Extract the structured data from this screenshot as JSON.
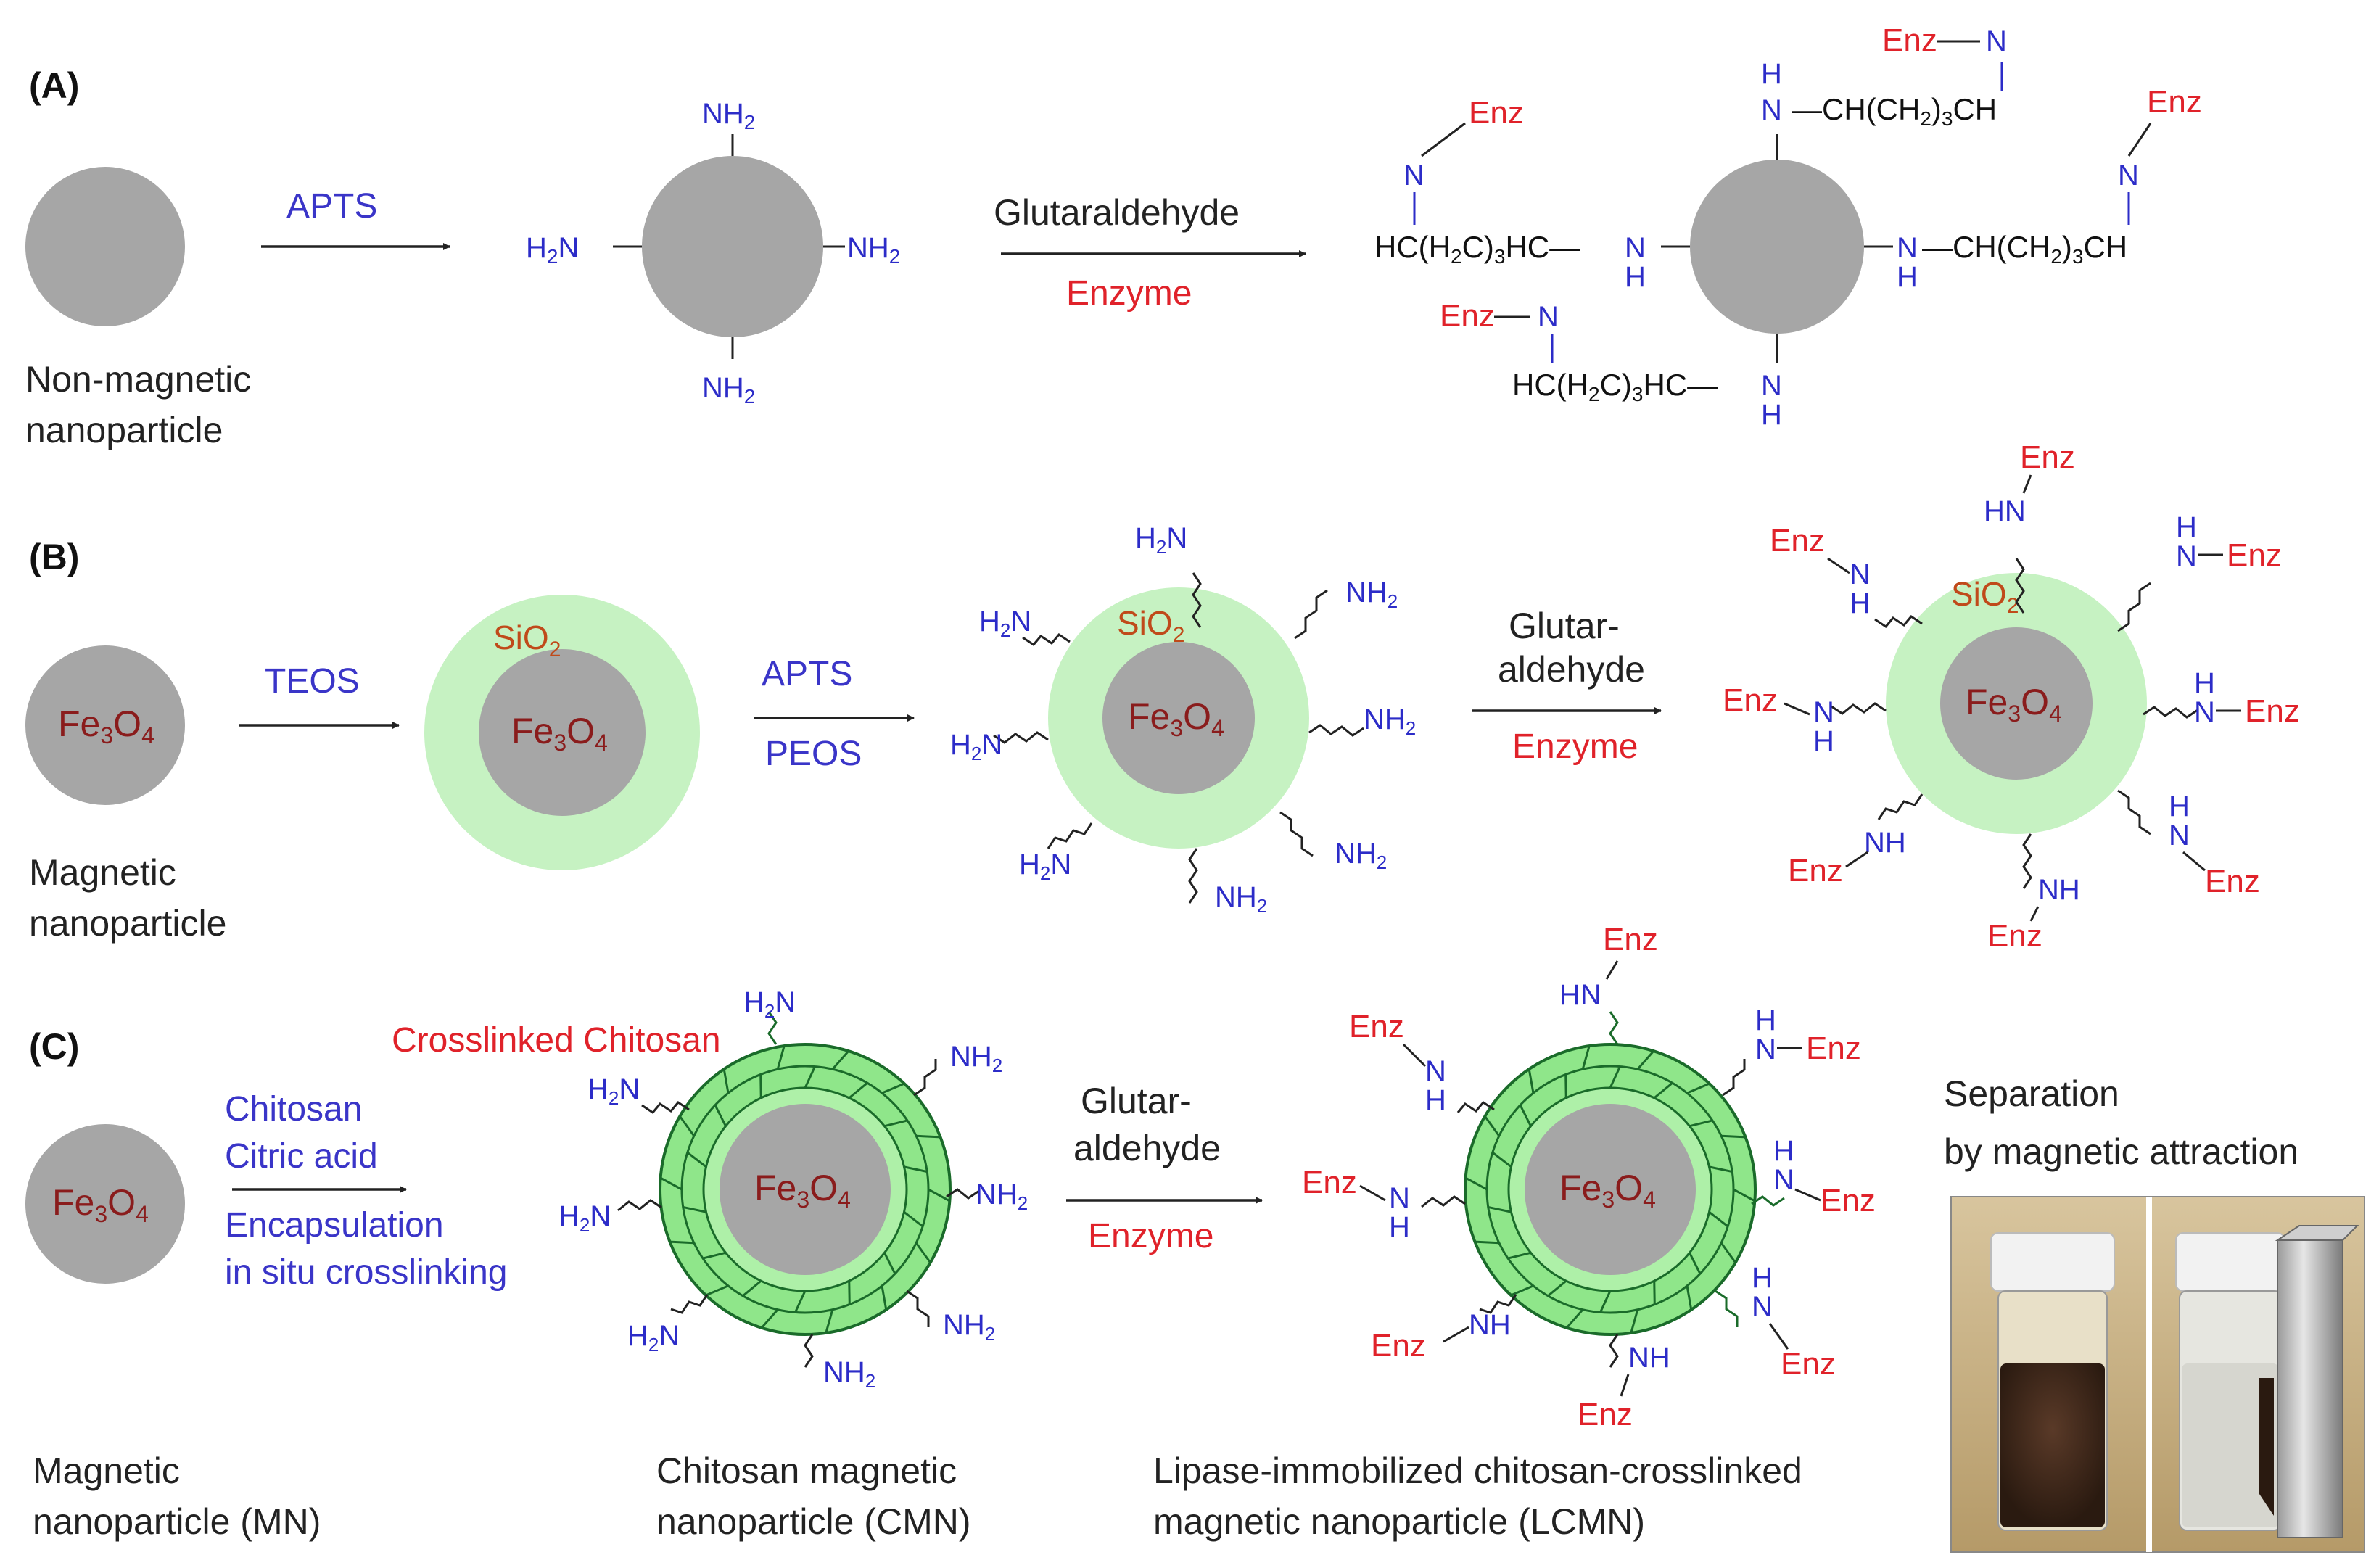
{
  "colors": {
    "particle": "#a6a6a6",
    "silica_shell": "#c6f2c2",
    "chitosan_shell": "#8fe68a",
    "chitosan_lines": "#1a6b2a",
    "amine_blue": "#2c2cc8",
    "reagent_blue": "#3a35c8",
    "enzyme_red": "#e0222a",
    "fe_text": "#8a1c1c",
    "sio2_text": "#c04a1a"
  },
  "panel_a": {
    "label": "(A)",
    "start_caption": [
      "Non-magnetic",
      "nanoparticle"
    ],
    "step1_reagent": "APTS",
    "step2_reagent_top": "Glutaraldehyde",
    "step2_reagent_bottom": "Enzyme",
    "amine": "NH",
    "amine_sub": "2",
    "amine_left": "H",
    "amine_left_sub": "2",
    "amine_left_n": "N",
    "enz": "Enz",
    "n": "N",
    "h": "H",
    "chain_left": "HC(H",
    "chain_sub_2": "2",
    "chain_left_mid": "C)",
    "chain_sub_3": "3",
    "chain_left_end": "HC",
    "chain_right": "CH(CH",
    "chain_right_mid": ")",
    "chain_right_end": "CH",
    "dash": "—"
  },
  "panel_b": {
    "label": "(B)",
    "core": "Fe",
    "core_sub1": "3",
    "core_mid": "O",
    "core_sub2": "4",
    "shell": "SiO",
    "shell_sub": "2",
    "start_caption": [
      "Magnetic",
      "nanoparticle"
    ],
    "step1_reagent": "TEOS",
    "step2_reagent_top": "APTS",
    "step2_reagent_bottom": "PEOS",
    "step3_reagent_top": [
      "Glutar-",
      "aldehyde"
    ],
    "step3_reagent_bottom": "Enzyme",
    "amine": "NH",
    "amine_sub": "2",
    "amine_left": "H",
    "amine_left_n": "N",
    "enz": "Enz",
    "nh": "NH",
    "hn": "HN",
    "n": "N",
    "h": "H"
  },
  "panel_c": {
    "label": "(C)",
    "core": "Fe",
    "core_sub1": "3",
    "core_mid": "O",
    "core_sub2": "4",
    "crosslink_label": "Crosslinked Chitosan",
    "step1_reagents": [
      "Chitosan",
      "Citric acid",
      "Encapsulation",
      "in situ crosslinking"
    ],
    "step2_reagent_top": [
      "Glutar-",
      "aldehyde"
    ],
    "step2_reagent_bottom": "Enzyme",
    "caption_mn": [
      "Magnetic",
      "nanoparticle (MN)"
    ],
    "caption_cmn": [
      "Chitosan magnetic",
      "nanoparticle (CMN)"
    ],
    "caption_lcmn": [
      "Lipase-immobilized chitosan-crosslinked",
      "magnetic nanoparticle (LCMN)"
    ],
    "separation_caption": [
      "Separation",
      "by magnetic attraction"
    ],
    "amine": "NH",
    "amine_sub": "2",
    "amine_left": "H",
    "amine_left_n": "N",
    "enz": "Enz",
    "nh": "NH",
    "hn": "HN",
    "n": "N",
    "h": "H"
  }
}
